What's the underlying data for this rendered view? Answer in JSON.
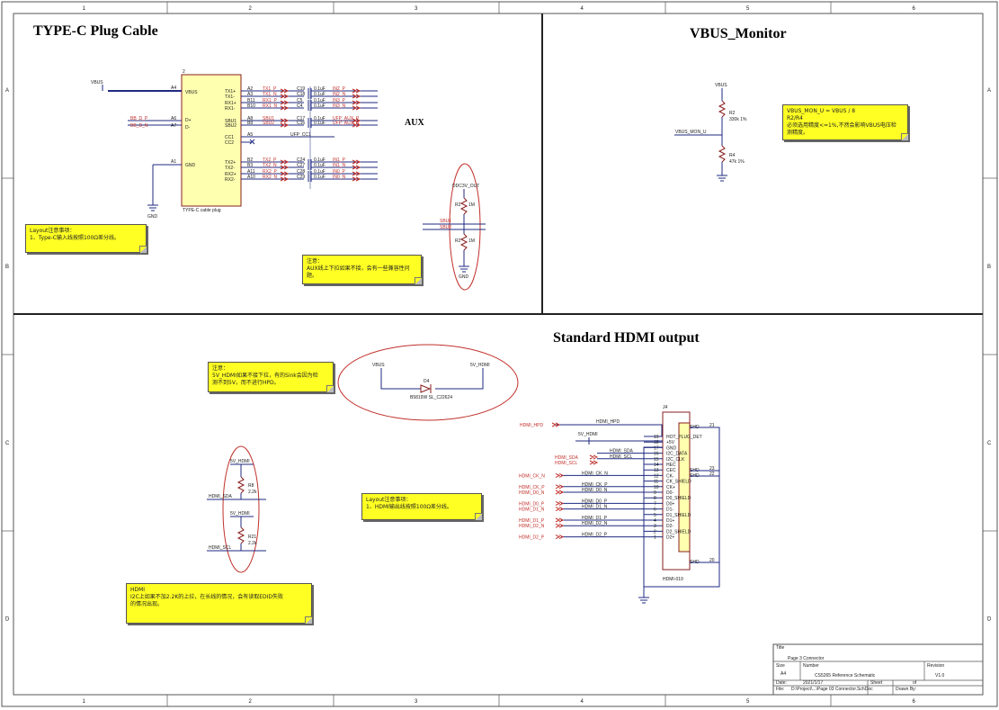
{
  "sections": {
    "typec_title": "TYPE-C Plug Cable",
    "vbus_title": "VBUS_Monitor",
    "hdmi_title": "Standard HDMI output"
  },
  "border": {
    "cols": [
      "1",
      "2",
      "3",
      "4",
      "5",
      "6"
    ],
    "rows": [
      "A",
      "B",
      "C",
      "D"
    ]
  },
  "typec": {
    "part_ref": "2",
    "part_name": "TYPE-C cable plug",
    "left_pins": [
      {
        "num": "A4",
        "name": "VBUS"
      },
      {
        "num": "A6",
        "name": "D+"
      },
      {
        "num": "A7",
        "name": "D-"
      },
      {
        "num": "A1",
        "name": "GND"
      }
    ],
    "right_pins": [
      {
        "num": "A2",
        "name": "TX1+",
        "net": "TX1_P",
        "cap": "C19",
        "val": "0.1uF",
        "out": "IN2_P"
      },
      {
        "num": "A3",
        "name": "TX1-",
        "net": "TX1_N",
        "cap": "C18",
        "val": "0.1uF",
        "out": "IN2_N"
      },
      {
        "num": "B11",
        "name": "RX1+",
        "net": "RX1_P",
        "cap": "C5",
        "val": "0.1uF",
        "out": "IN3_P"
      },
      {
        "num": "B10",
        "name": "RX1-",
        "net": "RX1_N",
        "cap": "C4",
        "val": "0.1uF",
        "out": "IN3_N"
      },
      {
        "num": "A8",
        "name": "SBU1",
        "net": "SBU1",
        "cap": "C17",
        "val": "0.1uF",
        "out": "UFP_AUX_P"
      },
      {
        "num": "B8",
        "name": "SBU2",
        "net": "SBU2",
        "cap": "C16",
        "val": "0.1uF",
        "out": "UFP_AUX_N"
      },
      {
        "num": "A5",
        "name": "CC1",
        "net": "UFP_CC1",
        "cap": "",
        "val": "",
        "out": ""
      },
      {
        "num": "",
        "name": "CC2",
        "net": "",
        "cap": "",
        "val": "",
        "out": ""
      },
      {
        "num": "B2",
        "name": "TX2+",
        "net": "TX2_P",
        "cap": "C24",
        "val": "0.1uF",
        "out": "IN1_P"
      },
      {
        "num": "B3",
        "name": "TX2-",
        "net": "TX2_N",
        "cap": "C27",
        "val": "0.1uF",
        "out": "IN1_N"
      },
      {
        "num": "A11",
        "name": "RX2+",
        "net": "RX2_P",
        "cap": "C28",
        "val": "0.1uF",
        "out": "IN0_P"
      },
      {
        "num": "A10",
        "name": "RX2-",
        "net": "RX2_N",
        "cap": "C29",
        "val": "0.1uF",
        "out": "IN0_N"
      }
    ],
    "vbus_net": "VBUS",
    "dp_net": "BB_D_P",
    "dn_net": "BB_D_N",
    "gnd_label": "GND",
    "aux_label": "AUX",
    "aux_net_top": "DDC3V_OUT",
    "aux_sbu1": "SBU1",
    "aux_sbu2": "SBU2",
    "r_top": "R2",
    "r_top_val": "1M",
    "r_bot": "R2",
    "r_bot_val": "1M",
    "aux_gnd": "GND",
    "note1_lines": [
      "Layout注意事项：",
      "1、Type-C输入线按照100Ω差分线。"
    ],
    "note2_lines": [
      "注意：",
      "AUX线上下拉如果不接，会有一些兼容性问",
      "题。"
    ]
  },
  "vbus": {
    "net_top": "VBUS",
    "r1_ref": "R2",
    "r1_val": "330k 1%",
    "mid_net": "VBUS_MON_U",
    "r2_ref": "R4",
    "r2_val": "47k 1%",
    "note_lines": [
      "VBUS_MON_U = VBUS / 8",
      "R2/R4",
      "必须选用精度<=1%,不然会影响VBUS电压检",
      "测精度。"
    ]
  },
  "hdmi": {
    "diode_left": "VBUS",
    "diode_right": "5V_HDMI",
    "diode_ref": "D4",
    "diode_part": "B5819W SL_C22624",
    "note_diode_lines": [
      "注意：",
      "5V_HDMI如果不接下拉，有的Sink会因为检",
      "测不到5V，而不进行HPD。"
    ],
    "pullup_net1": "5V_HDMI",
    "pullup_r1": "R8",
    "pullup_r1_val": "2.2k",
    "sda_net": "HDMI_SDA",
    "pullup_net2": "5V_HDMI",
    "pullup_r2": "R21",
    "pullup_r2_val": "2.2k",
    "scl_net": "HDMI_SCL",
    "note_layout_lines": [
      "Layout注意事项：",
      "1、HDMI输出线按照100Ω差分线。"
    ],
    "note_i2c_lines": [
      "HDMI",
      "I2C上如果不加2.2K的上拉，在长线的情况，会有读取EDID失败",
      "的情况出现。"
    ],
    "conn_ref": "J4",
    "conn_part": "HDMI-019",
    "hpd_port": "HDMI_HPD",
    "hpd_net": "HDMI_HPD",
    "v5_net": "5V_HDMI",
    "sda_port": "HDMI_SDA",
    "scl_port": "HDMI_SCL",
    "conn_pins": [
      {
        "num": "19",
        "name": "HOT_PLUG_DET",
        "net": "HDMI_HPD"
      },
      {
        "num": "18",
        "name": "+5V",
        "net": "5V_HDMI"
      },
      {
        "num": "17",
        "name": "GND",
        "net": ""
      },
      {
        "num": "16",
        "name": "I2C_DATA",
        "net": "HDMI_SDA"
      },
      {
        "num": "15",
        "name": "I2C_CLK",
        "net": "HDMI_SCL"
      },
      {
        "num": "14",
        "name": "HEC",
        "net": ""
      },
      {
        "num": "13",
        "name": "CEC",
        "net": ""
      },
      {
        "num": "12",
        "name": "CK-",
        "net": "HDMI_CK_N"
      },
      {
        "num": "11",
        "name": "CK_SHIELD",
        "net": ""
      },
      {
        "num": "10",
        "name": "CK+",
        "net": "HDMI_CK_P"
      },
      {
        "num": "9",
        "name": "D0-",
        "net": "HDMI_D0_N"
      },
      {
        "num": "8",
        "name": "D0_SHIELD",
        "net": ""
      },
      {
        "num": "7",
        "name": "D0+",
        "net": "HDMI_D0_P"
      },
      {
        "num": "6",
        "name": "D1-",
        "net": "HDMI_D1_N"
      },
      {
        "num": "5",
        "name": "D1_SHIELD",
        "net": ""
      },
      {
        "num": "4",
        "name": "D1+",
        "net": "HDMI_D1_P"
      },
      {
        "num": "3",
        "name": "D2-",
        "net": "HDMI_D2_N"
      },
      {
        "num": "2",
        "name": "D2_SHIELD",
        "net": ""
      },
      {
        "num": "1",
        "name": "D2+",
        "net": "HDMI_D2_P"
      }
    ],
    "port_labels": [
      "HDMI_CK_N",
      "HDMI_CK_P",
      "HDMI_D0_N",
      "HDMI_D0_P",
      "HDMI_D1_P",
      "HDMI_D1_N",
      "HDMI_D2_N",
      "HDMI_D2_P"
    ],
    "shield_pins": [
      {
        "num": "21",
        "name": "SHD"
      },
      {
        "num": "23",
        "name": "SHD"
      },
      {
        "num": "22",
        "name": "SHD"
      },
      {
        "num": "20",
        "name": "SHD"
      }
    ]
  },
  "titleblock": {
    "title_label": "Title",
    "title": "Page 3 Connector",
    "size_label": "Size",
    "size": "A4",
    "number_label": "Number",
    "number": "CS5265 Reference Schematic",
    "revision_label": "Revision",
    "revision": "V1.0",
    "date_label": "Date:",
    "date": "2021/1/17",
    "sheet_label": "Sheet",
    "sheet": "of",
    "file_label": "File:",
    "file": "D:\\Project\\...\\Page 03 Connector.SchDoc",
    "drawn_label": "Drawn By:"
  }
}
